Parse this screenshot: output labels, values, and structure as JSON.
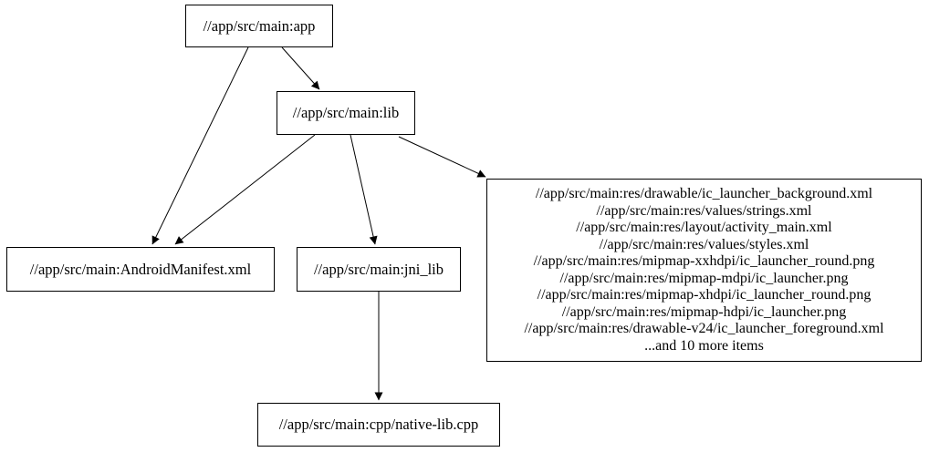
{
  "diagram": {
    "type": "dependency-graph",
    "background_color": "#ffffff",
    "stroke_color": "#000000",
    "text_color": "#000000",
    "nodes": {
      "app": {
        "label": "//app/src/main:app"
      },
      "lib": {
        "label": "//app/src/main:lib"
      },
      "manifest": {
        "label": "//app/src/main:AndroidManifest.xml"
      },
      "jni_lib": {
        "label": "//app/src/main:jni_lib"
      },
      "resources": {
        "lines": [
          "//app/src/main:res/drawable/ic_launcher_background.xml",
          "//app/src/main:res/values/strings.xml",
          "//app/src/main:res/layout/activity_main.xml",
          "//app/src/main:res/values/styles.xml",
          "//app/src/main:res/mipmap-xxhdpi/ic_launcher_round.png",
          "//app/src/main:res/mipmap-mdpi/ic_launcher.png",
          "//app/src/main:res/mipmap-xhdpi/ic_launcher_round.png",
          "//app/src/main:res/mipmap-hdpi/ic_launcher.png",
          "//app/src/main:res/drawable-v24/ic_launcher_foreground.xml",
          "...and 10 more items"
        ]
      },
      "native_lib": {
        "label": "//app/src/main:cpp/native-lib.cpp"
      }
    },
    "edges": [
      {
        "from": "app",
        "to": "manifest"
      },
      {
        "from": "app",
        "to": "lib"
      },
      {
        "from": "lib",
        "to": "manifest"
      },
      {
        "from": "lib",
        "to": "jni_lib"
      },
      {
        "from": "lib",
        "to": "resources"
      },
      {
        "from": "jni_lib",
        "to": "native_lib"
      }
    ]
  }
}
